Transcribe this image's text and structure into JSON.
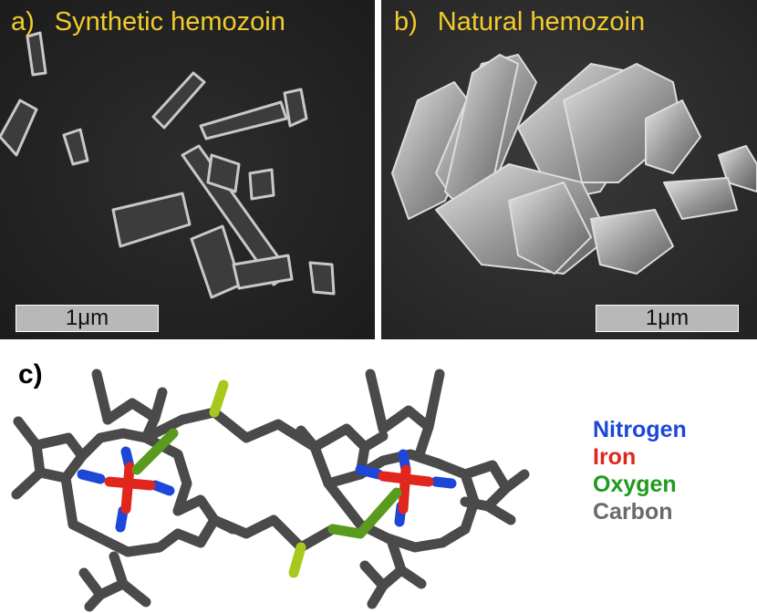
{
  "panel_a": {
    "tag": "a)",
    "title": "Synthetic hemozoin",
    "scale_label": "1μm"
  },
  "panel_b": {
    "tag": "b)",
    "title": "Natural hemozoin",
    "scale_label": "1μm"
  },
  "panel_c": {
    "tag": "c)"
  },
  "legend": [
    {
      "label": "Nitrogen",
      "color": "#1c47d8"
    },
    {
      "label": "Iron",
      "color": "#e0261d"
    },
    {
      "label": "Oxygen",
      "color": "#1e9a1e"
    },
    {
      "label": "Carbon",
      "color": "#6a6a6a"
    }
  ],
  "colors": {
    "label_yellow": "#f2cc2a",
    "carbon_bond": "#4a4a4a",
    "nitrogen": "#1c47d8",
    "iron": "#e0261d",
    "oxygen_green": "#5a9a1e",
    "oxygen_tip": "#a8c81e"
  }
}
